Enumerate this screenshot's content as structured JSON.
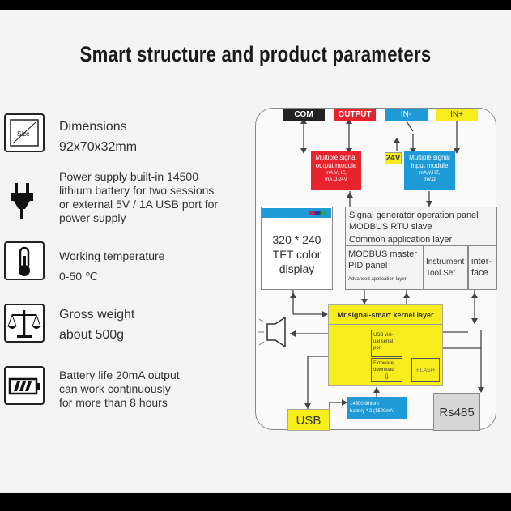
{
  "title": "Smart structure and product parameters",
  "specs": [
    {
      "icon": "size-icon",
      "icon_label": "Size",
      "lines": [
        "Dimensions",
        "92x70x32mm"
      ]
    },
    {
      "icon": "power-plug-icon",
      "lines": [
        "Power supply built-in 14500",
        "lithium battery for two sessions",
        "or external 5V / 1A USB port for",
        "power supply"
      ]
    },
    {
      "icon": "thermometer-icon",
      "lines": [
        "Working temperature",
        "0-50 ℃"
      ]
    },
    {
      "icon": "scale-icon",
      "lines": [
        "Gross weight",
        "about 500g"
      ]
    },
    {
      "icon": "battery-icon",
      "lines": [
        "Battery life 20mA output",
        "can work continuously",
        "for more than 8 hours"
      ]
    }
  ],
  "diagram": {
    "ports": {
      "com": "COM",
      "output": "OUTPUT",
      "in_minus": "IN-",
      "in_plus": "IN+"
    },
    "output_module": [
      "Multiple signal",
      "output module",
      "mA,V,HZ,",
      "mA,Ω,24V"
    ],
    "v24": "24V",
    "input_module": [
      "Multiple signal",
      "input module",
      "mA,V,HZ,",
      "mV,Ω"
    ],
    "display": [
      "320 * 240",
      "TFT color",
      "display"
    ],
    "common_layer": [
      "Signal generator operation panel",
      "MODBUS RTU slave",
      "Common application layer"
    ],
    "advanced": [
      "MODBUS master",
      "PID panel",
      "Advanced application layer"
    ],
    "instrument": [
      "Instrument",
      "Tool Set"
    ],
    "interface": [
      "inter-",
      "face"
    ],
    "kernel": "Mr.signal-smart kernel layer",
    "usb_serial": [
      "USB virt-",
      "ual serial",
      "port"
    ],
    "firmware": [
      "Firmware",
      "download"
    ],
    "flash": "FLASH",
    "usb": "USB",
    "battery": [
      "14500 lithium",
      "battery * 2 (1500mA)"
    ],
    "rs485": "Rs485",
    "colors": {
      "red": "#e8232e",
      "blue": "#1e9ad6",
      "yellow": "#f7ec1c",
      "gray": "#d6d6d6"
    }
  }
}
